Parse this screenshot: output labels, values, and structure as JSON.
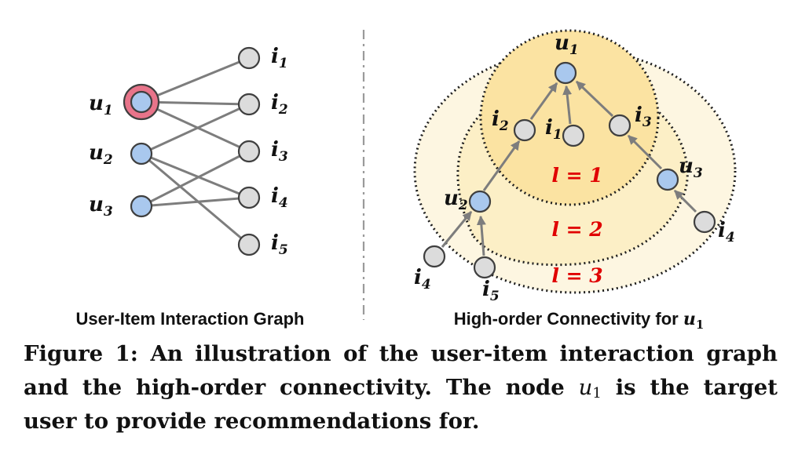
{
  "left_panel": {
    "subtitle": "User-Item Interaction Graph",
    "users": [
      {
        "base": "u",
        "sub": "1"
      },
      {
        "base": "u",
        "sub": "2"
      },
      {
        "base": "u",
        "sub": "3"
      }
    ],
    "items": [
      {
        "base": "i",
        "sub": "1"
      },
      {
        "base": "i",
        "sub": "2"
      },
      {
        "base": "i",
        "sub": "3"
      },
      {
        "base": "i",
        "sub": "4"
      },
      {
        "base": "i",
        "sub": "5"
      }
    ]
  },
  "right_panel": {
    "subtitle_prefix": "High-order Connectivity for ",
    "subtitle_var": {
      "base": "u",
      "sub": "1"
    },
    "layers": [
      "l = 1",
      "l = 2",
      "l = 3"
    ],
    "nodes": {
      "u1": {
        "base": "u",
        "sub": "1"
      },
      "i2": {
        "base": "i",
        "sub": "2"
      },
      "i1": {
        "base": "i",
        "sub": "1"
      },
      "i3": {
        "base": "i",
        "sub": "3"
      },
      "u2": {
        "base": "u",
        "sub": "2"
      },
      "u3": {
        "base": "u",
        "sub": "3"
      },
      "i4a": {
        "base": "i",
        "sub": "4"
      },
      "i5": {
        "base": "i",
        "sub": "5"
      },
      "i4b": {
        "base": "i",
        "sub": "4"
      }
    }
  },
  "colors": {
    "user_node": "#a9c8ee",
    "item_node": "#dcdcdc",
    "target_ring": "#e8748a",
    "layer_inner": "#fbe3a2",
    "layer_outer": "#fdf6e1",
    "layer_text": "#e00000"
  },
  "caption": {
    "prefix": "Figure 1: An illustration of the user-item interaction graph and the high-order connectivity. The node ",
    "var_base": "u",
    "var_sub": "1",
    "suffix": " is the target user to provide recommendations for."
  }
}
